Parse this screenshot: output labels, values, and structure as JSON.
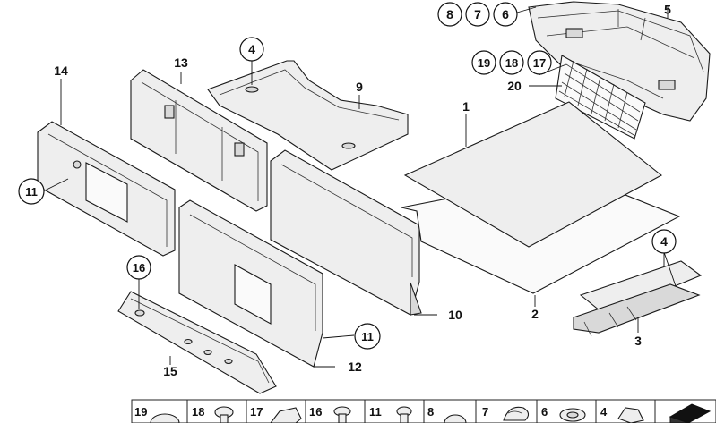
{
  "callouts": {
    "c1": "1",
    "c2": "2",
    "c3": "3",
    "c4a": "4",
    "c4b": "4",
    "c5": "5",
    "c6": "6",
    "c7": "7",
    "c8": "8",
    "c9": "9",
    "c10": "10",
    "c11a": "11",
    "c11b": "11",
    "c12": "12",
    "c13": "13",
    "c14": "14",
    "c15": "15",
    "c16": "16",
    "c17": "17",
    "c18": "18",
    "c19": "19",
    "c20": "20"
  },
  "legend": [
    {
      "label": "19",
      "icon": "round-clip-icon"
    },
    {
      "label": "18",
      "icon": "mushroom-rivet-icon"
    },
    {
      "label": "17",
      "icon": "flat-clip-icon"
    },
    {
      "label": "16",
      "icon": "push-rivet-icon"
    },
    {
      "label": "11",
      "icon": "expanding-rivet-icon"
    },
    {
      "label": "8",
      "icon": "grommet-icon"
    },
    {
      "label": "7",
      "icon": "spring-nut-icon"
    },
    {
      "label": "6",
      "icon": "oval-grommet-icon"
    },
    {
      "label": "4",
      "icon": "plug-icon"
    },
    {
      "label": "",
      "icon": "foam-block-icon"
    }
  ]
}
